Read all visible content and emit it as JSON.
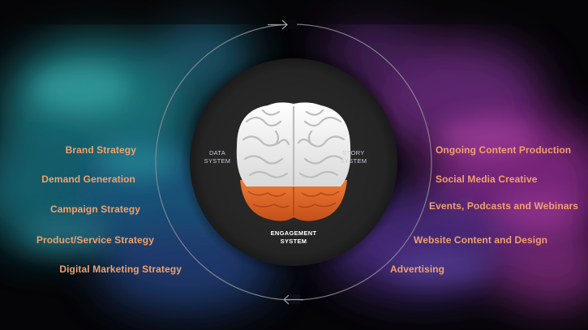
{
  "center": {
    "data_system": [
      "DATA",
      "SYSTEM"
    ],
    "story_system": [
      "STORY",
      "SYSTEM"
    ],
    "engagement_system": [
      "ENGAGEMENT",
      "SYSTEM"
    ]
  },
  "left_items": [
    "Brand Strategy",
    "Demand Generation",
    "Campaign Strategy",
    "Product/Service Strategy",
    "Digital Marketing Strategy"
  ],
  "right_items": [
    "Ongoing Content Production",
    "Social Media Creative",
    "Events, Podcasts and Webinars",
    "Website Content and Design",
    "Advertising"
  ],
  "colors": {
    "label": "#f2a06a",
    "left_smoke": "#1f8f93",
    "right_smoke": "#8a2a8f",
    "brain_top": "#f3f3f3",
    "brain_bottom": "#e0631f",
    "disc": "#262626"
  },
  "icons": [
    "brain-icon",
    "arrow-right-icon",
    "arrow-left-icon"
  ]
}
